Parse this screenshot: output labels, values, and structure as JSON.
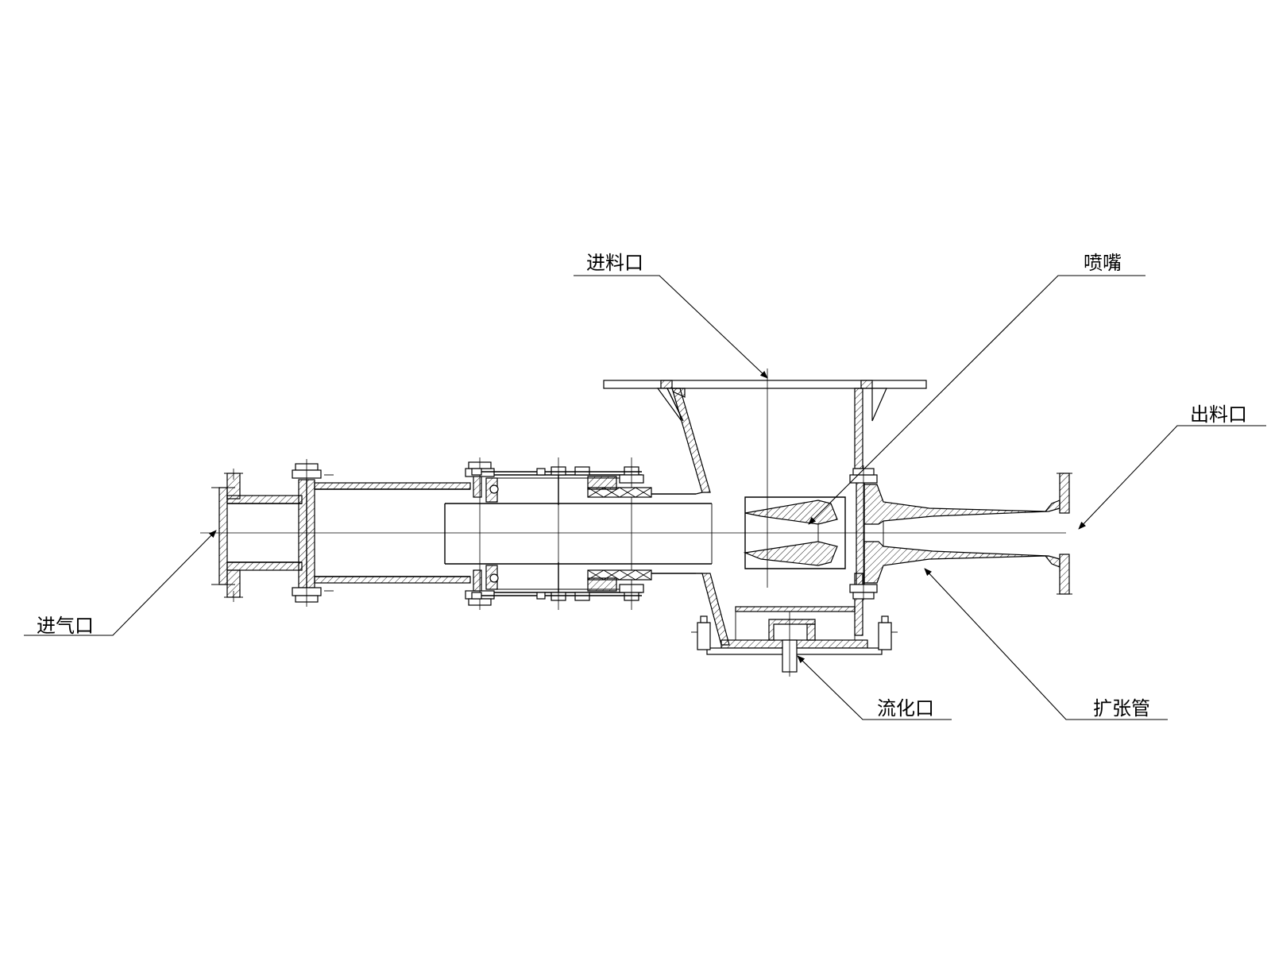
{
  "labels": {
    "feed_inlet": "进料口",
    "nozzle": "喷嘴",
    "outlet": "出料口",
    "air_inlet": "进气口",
    "fluidizing_port": "流化口",
    "diffuser": "扩张管"
  },
  "colors": {
    "line": "#000000",
    "background": "#ffffff"
  }
}
